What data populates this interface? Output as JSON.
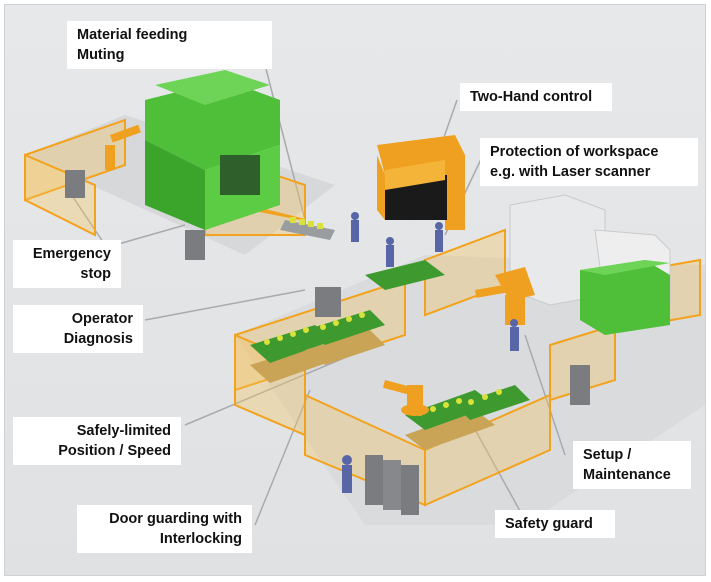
{
  "callouts": {
    "material_feeding": [
      "Material feeding",
      "Muting"
    ],
    "two_hand": [
      "Two-Hand control"
    ],
    "protection": [
      "Protection of workspace",
      "e.g. with Laser scanner"
    ],
    "emergency_stop": [
      "Emergency",
      "stop"
    ],
    "operator_diagnosis": [
      "Operator",
      "Diagnosis"
    ],
    "safely_limited": [
      "Safely-limited",
      "Position / Speed"
    ],
    "setup_maintenance": [
      "Setup /",
      "Maintenance"
    ],
    "door_guarding": [
      "Door guarding with",
      "Interlocking"
    ],
    "safety_guard": [
      "Safety guard"
    ]
  },
  "colors": {
    "background": "#e2e4e6",
    "press_green": "#4fbf3a",
    "fence_orange": "#f2a21c",
    "robot_orange": "#f0a020",
    "brake_black": "#1a1a1a",
    "cabinet_gray": "#7a7c80",
    "worker": "#5866a8"
  }
}
